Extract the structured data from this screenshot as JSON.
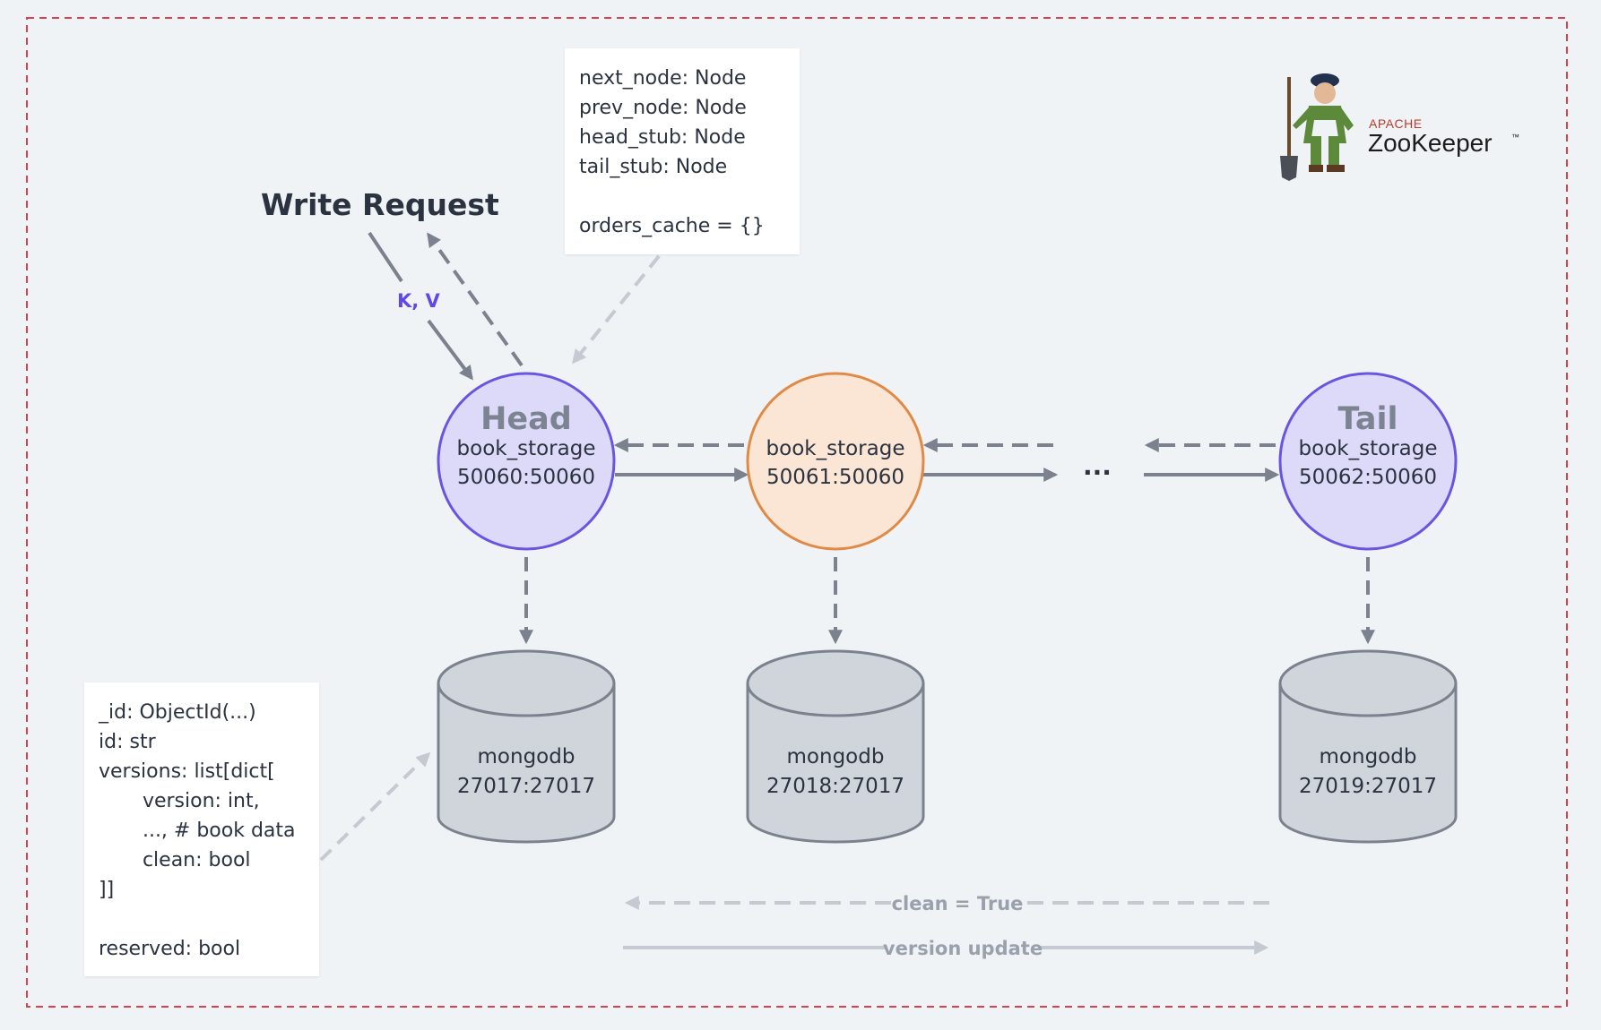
{
  "write_request": {
    "title": "Write Request",
    "kv_label": "K, V"
  },
  "nodes": [
    {
      "role": "Head",
      "service": "book_storage",
      "ports": "50060:50060"
    },
    {
      "role": "",
      "service": "book_storage",
      "ports": "50061:50060"
    },
    {
      "role": "Tail",
      "service": "book_storage",
      "ports": "50062:50060"
    }
  ],
  "ellipsis": "...",
  "databases": [
    {
      "name": "mongodb",
      "ports": "27017:27017"
    },
    {
      "name": "mongodb",
      "ports": "27018:27017"
    },
    {
      "name": "mongodb",
      "ports": "27019:27017"
    }
  ],
  "node_schema_note": [
    "next_node: Node",
    "prev_node: Node",
    "head_stub: Node",
    "tail_stub: Node",
    "",
    "orders_cache = {}"
  ],
  "db_schema_note": [
    "_id: ObjectId(...)",
    "id: str",
    "versions: list[dict[",
    "       version: int,",
    "       ..., # book data",
    "       clean: bool",
    "]]",
    "",
    "reserved: bool"
  ],
  "legend": {
    "clean_label": "clean = True",
    "version_label": "version update"
  },
  "logo": {
    "apache": "APACHE",
    "name": "ZooKeeper",
    "tm": "™"
  },
  "colors": {
    "background": "#f0f3f6",
    "border_dashed": "#d9434f",
    "head_tail_fill": "#dcdaf8",
    "head_tail_stroke": "#6a55e3",
    "middle_fill": "#fbe6d5",
    "middle_stroke": "#e08a47",
    "db_fill": "#d0d5dc",
    "db_stroke": "#7b828e",
    "arrow": "#7b828e",
    "arrow_light": "#c5cad2",
    "kv": "#6247e8"
  }
}
